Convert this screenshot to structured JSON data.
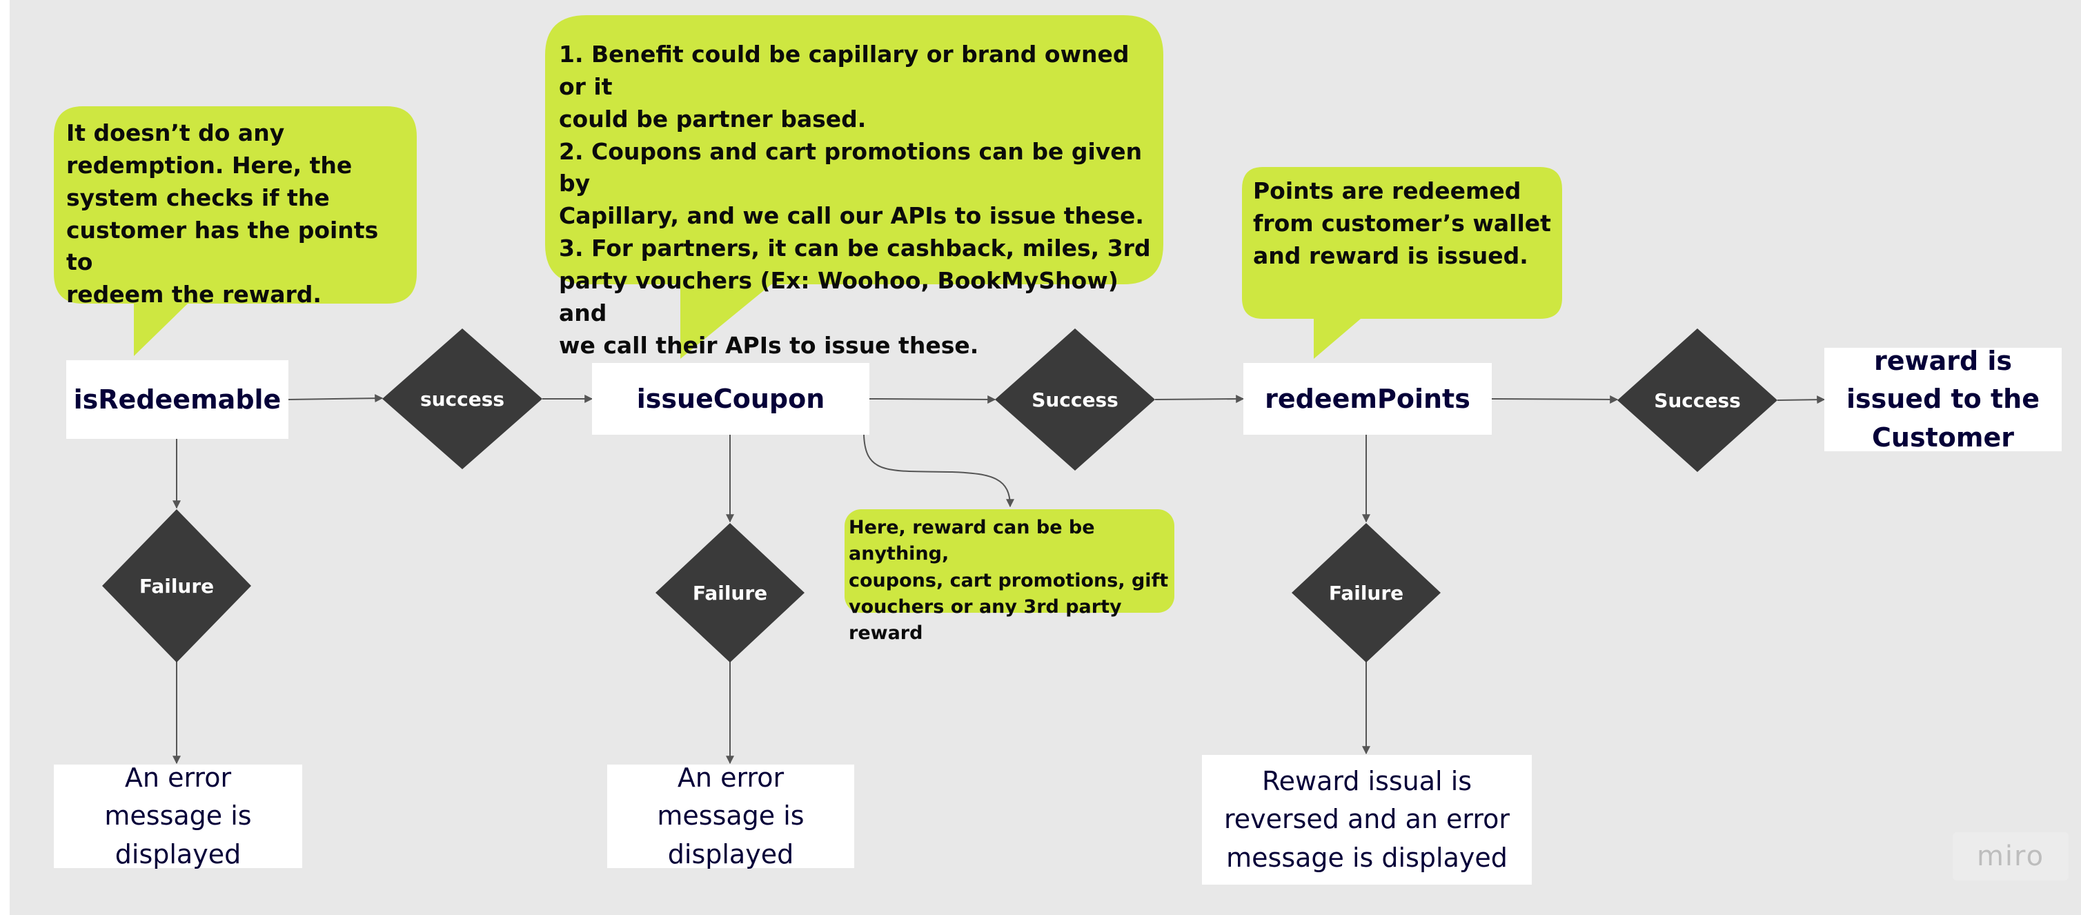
{
  "colors": {
    "background": "#e8e8e8",
    "node_fill": "#ffffff",
    "node_text": "#050038",
    "decision_fill": "#3a3a3a",
    "decision_text": "#ffffff",
    "callout_fill": "#cee741",
    "connector": "#555555"
  },
  "nodes": {
    "is_redeemable": "isRedeemable",
    "issue_coupon": "issueCoupon",
    "redeem_points": "redeemPoints",
    "reward_issued": "reward is issued to the Customer",
    "error_1": "An error message is displayed",
    "error_2": "An error message is displayed",
    "error_3": "Reward issual is reversed and an error message is displayed"
  },
  "decisions": {
    "success_1": "success",
    "success_2": "Success",
    "success_3": "Success",
    "failure_1": "Failure",
    "failure_2": "Failure",
    "failure_3": "Failure"
  },
  "callouts": {
    "is_redeemable_note": "It doesn’t do any\nredemption. Here, the\nsystem checks if the\ncustomer has the points to\nredeem the reward.",
    "issue_coupon_note": "1. Benefit could be capillary or brand owned or it\ncould be partner based.\n2. Coupons and cart promotions can be given by\nCapillary, and we call our APIs to issue these.\n3. For partners, it can be cashback, miles, 3rd\nparty vouchers (Ex: Woohoo, BookMyShow) and\nwe call their APIs to issue these.",
    "redeem_points_note": "Points are redeemed\nfrom customer’s wallet\nand reward is issued.",
    "reward_note": "Here, reward can be be anything,\ncoupons, cart promotions, gift\nvouchers or any 3rd party reward"
  },
  "brand": {
    "watermark": "miro"
  }
}
